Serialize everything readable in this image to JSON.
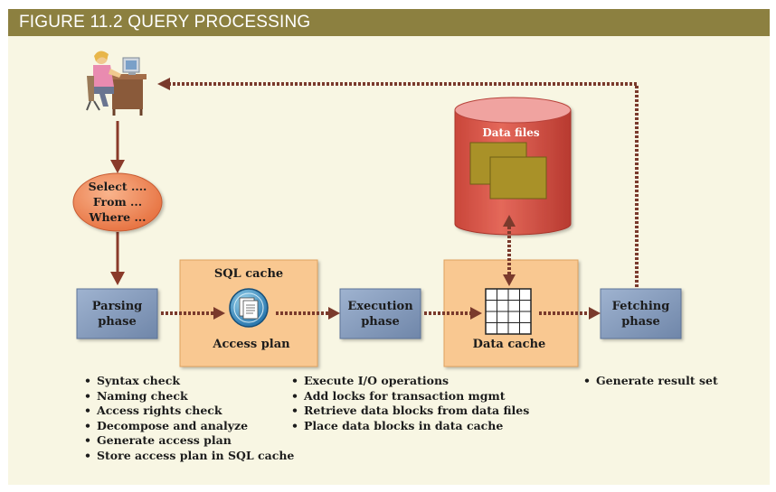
{
  "figure": {
    "title": "FIGURE 11.2  QUERY PROCESSING"
  },
  "query": {
    "line1": "Select ....",
    "line2": "From ...",
    "line3": "Where ..."
  },
  "parsing": {
    "line1": "Parsing",
    "line2": "phase"
  },
  "sql_cache": {
    "title": "SQL cache",
    "icon_label": "Access plan"
  },
  "execution": {
    "line1": "Execution",
    "line2": "phase"
  },
  "data_cache": {
    "label": "Data cache"
  },
  "data_files": {
    "label": "Data files"
  },
  "fetching": {
    "line1": "Fetching",
    "line2": "phase"
  },
  "parsing_tasks": [
    "Syntax check",
    "Naming check",
    "Access rights check",
    "Decompose and analyze",
    "Generate access plan",
    "Store access plan in SQL cache"
  ],
  "execution_tasks": [
    "Execute I/O operations",
    "Add locks for transaction mgmt",
    "Retrieve data blocks from data files",
    "Place data blocks in data cache"
  ],
  "fetching_tasks": [
    "Generate result set"
  ],
  "colors": {
    "header": "#8c8040",
    "background": "#f8f6e3",
    "phase_box": "#7e95b8",
    "cache_box": "#f9c891",
    "oval": "#ef8a5a",
    "cylinder": "#dd5a4c",
    "arrow_solid": "#8a3a2a",
    "arrow_dotted": "#7a3a2c",
    "data_block": "#a99128"
  }
}
